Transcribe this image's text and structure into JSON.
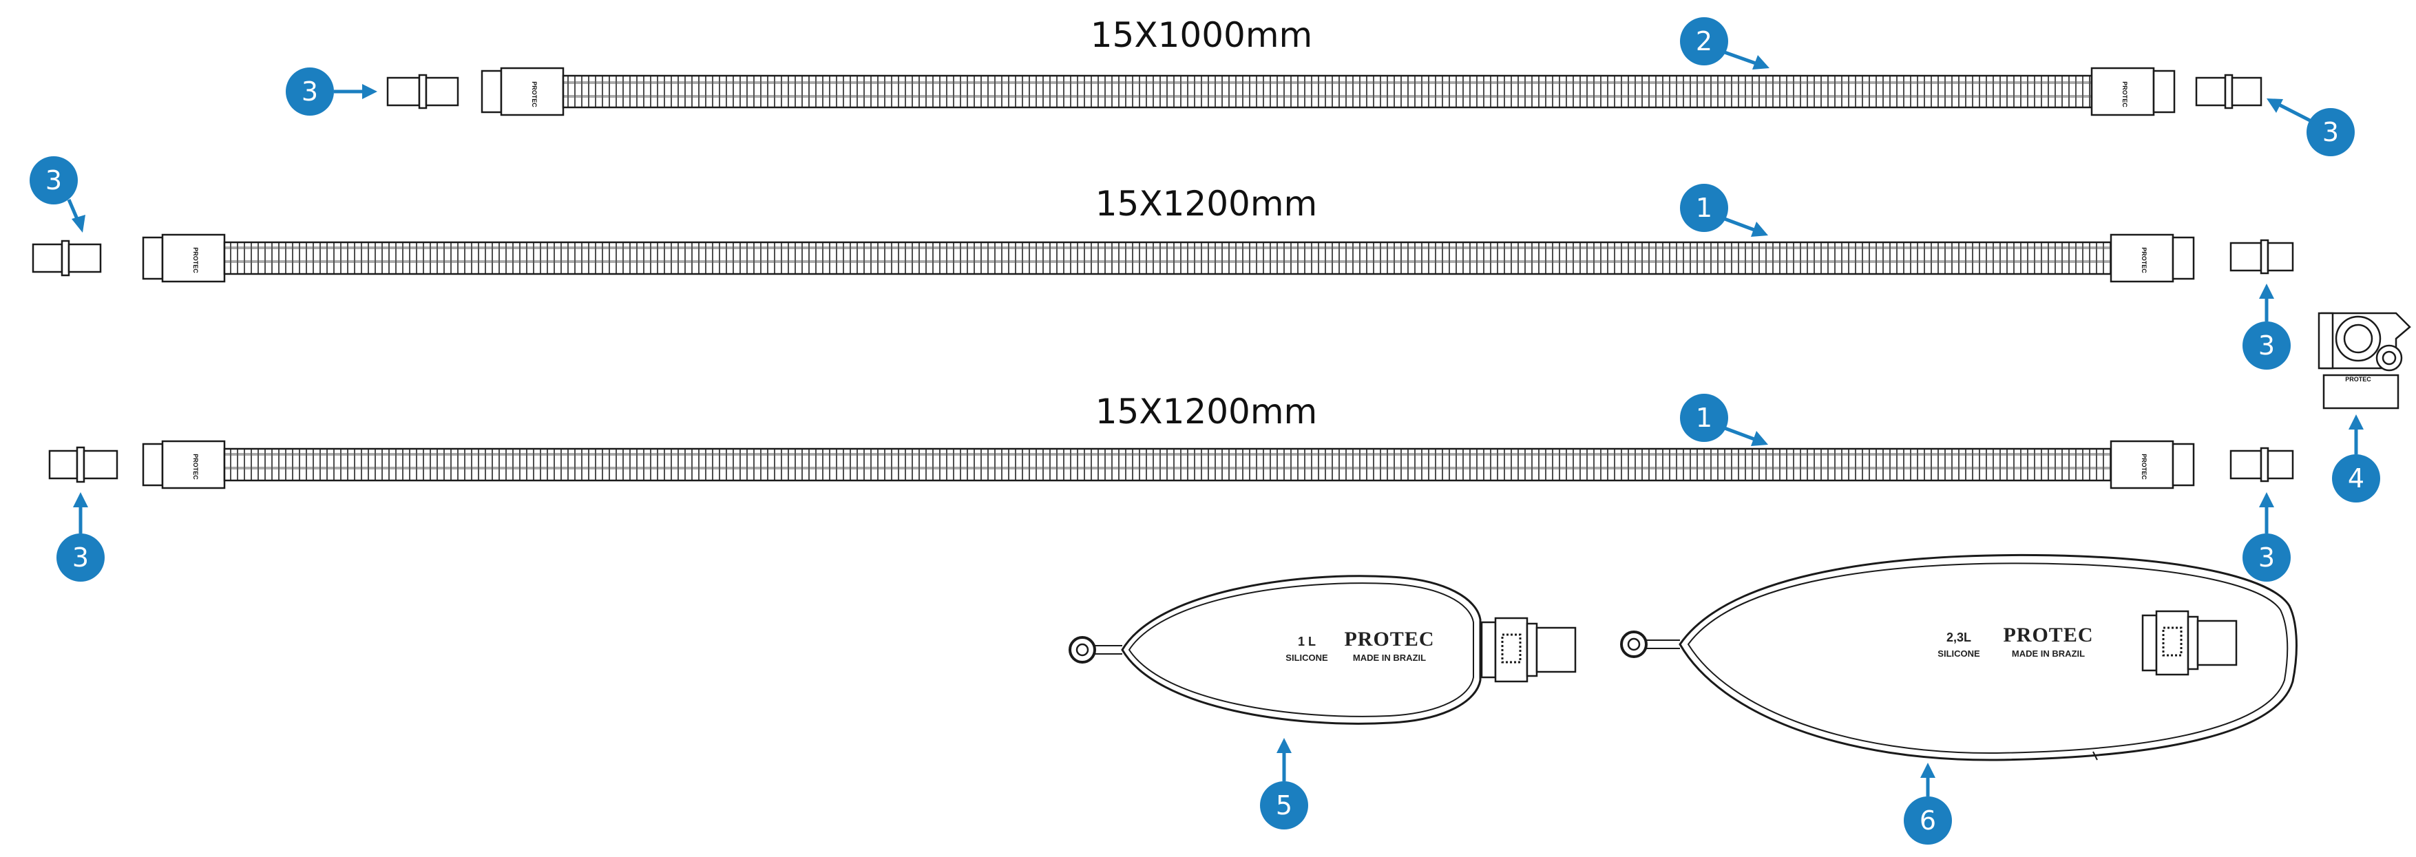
{
  "colors": {
    "callout": "#1b7fc0",
    "line": "#1a1a1a",
    "background": "#ffffff"
  },
  "tubes": {
    "top": {
      "length_label": "15X1000mm"
    },
    "middle": {
      "length_label": "15X1200mm"
    },
    "bottom": {
      "length_label": "15X1200mm"
    },
    "cuff_mark": "PROTEC"
  },
  "callouts": {
    "top_left_connector": "3",
    "top_tube": "2",
    "top_right_connector": "3",
    "middle_left_connector": "3",
    "middle_tube": "1",
    "middle_right_connector": "3",
    "bottom_left_connector": "3",
    "bottom_tube": "1",
    "bottom_right_connector": "3",
    "y_piece": "4",
    "bag_small": "5",
    "bag_large": "6"
  },
  "y_piece": {
    "mark": "PROTEC"
  },
  "bags": {
    "small": {
      "capacity": "1 L",
      "material": "SILICONE",
      "brand": "PROTEC",
      "origin": "MADE IN BRAZIL"
    },
    "large": {
      "capacity": "2,3L",
      "material": "SILICONE",
      "brand": "PROTEC",
      "origin": "MADE IN BRAZIL"
    }
  }
}
